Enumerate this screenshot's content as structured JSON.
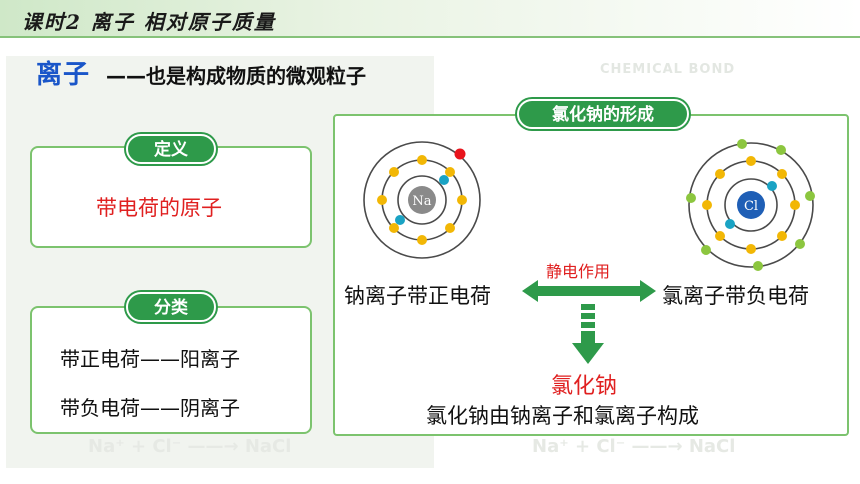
{
  "header": {
    "lesson_title": "课时2  离子  相对原子质量"
  },
  "watermarks": {
    "chemical_bond": "CHEMICAL BOND",
    "left_equation": "Na⁺ + Cl⁻ ——→ NaCl",
    "right_equation": "Na⁺ + Cl⁻ ——→ NaCl"
  },
  "main": {
    "heading": "离子",
    "heading_tail": "——也是构成物质的微观粒子"
  },
  "definition": {
    "label": "定义",
    "text": "带电荷的原子"
  },
  "classification": {
    "label": "分类",
    "items": [
      "带正电荷——阳离子",
      "带负电荷——阴离子"
    ]
  },
  "formation": {
    "label": "氯化钠的形成",
    "sodium_symbol": "Na",
    "chlorine_symbol": "Cl",
    "sodium_ion": "钠离子带正电荷",
    "chlorine_ion": "氯离子带负电荷",
    "force": "静电作用",
    "product": "氯化钠",
    "conclusion": "氯化钠由钠离子和氯离子构成"
  },
  "colors": {
    "accent_green": "#2e9a4a",
    "border_green": "#7cc36e",
    "heading_blue": "#1a56c9",
    "emphasis_red": "#e02020",
    "electron_yellow": "#f2b705",
    "electron_teal": "#1aa3c4",
    "electron_red": "#e8141c",
    "electron_green": "#8cc63f",
    "nucleus_gray": "#8a8a8a",
    "nucleus_blue": "#1f5fb6"
  }
}
